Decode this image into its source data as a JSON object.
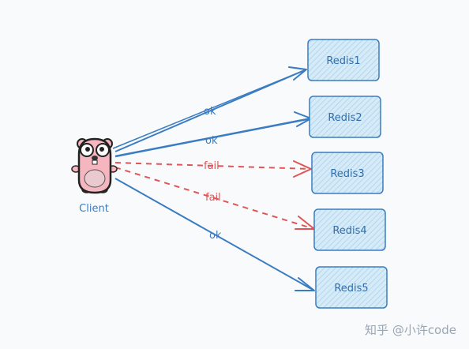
{
  "client": {
    "label": "Client"
  },
  "nodes": [
    {
      "label": "Redis1"
    },
    {
      "label": "Redis2"
    },
    {
      "label": "Redis3"
    },
    {
      "label": "Redis4"
    },
    {
      "label": "Redis5"
    }
  ],
  "edges": [
    {
      "label": "ok",
      "status": "ok"
    },
    {
      "label": "ok",
      "status": "ok"
    },
    {
      "label": "fail",
      "status": "fail"
    },
    {
      "label": "fail",
      "status": "fail"
    },
    {
      "label": "ok",
      "status": "ok"
    }
  ],
  "colors": {
    "ok": "#3a7cc2",
    "fail": "#e05555",
    "node_fill": "#d6ebf8",
    "node_stroke": "#3a7cc2",
    "gopher_body": "#f6b6c0"
  },
  "watermark": "知乎 @小许code"
}
